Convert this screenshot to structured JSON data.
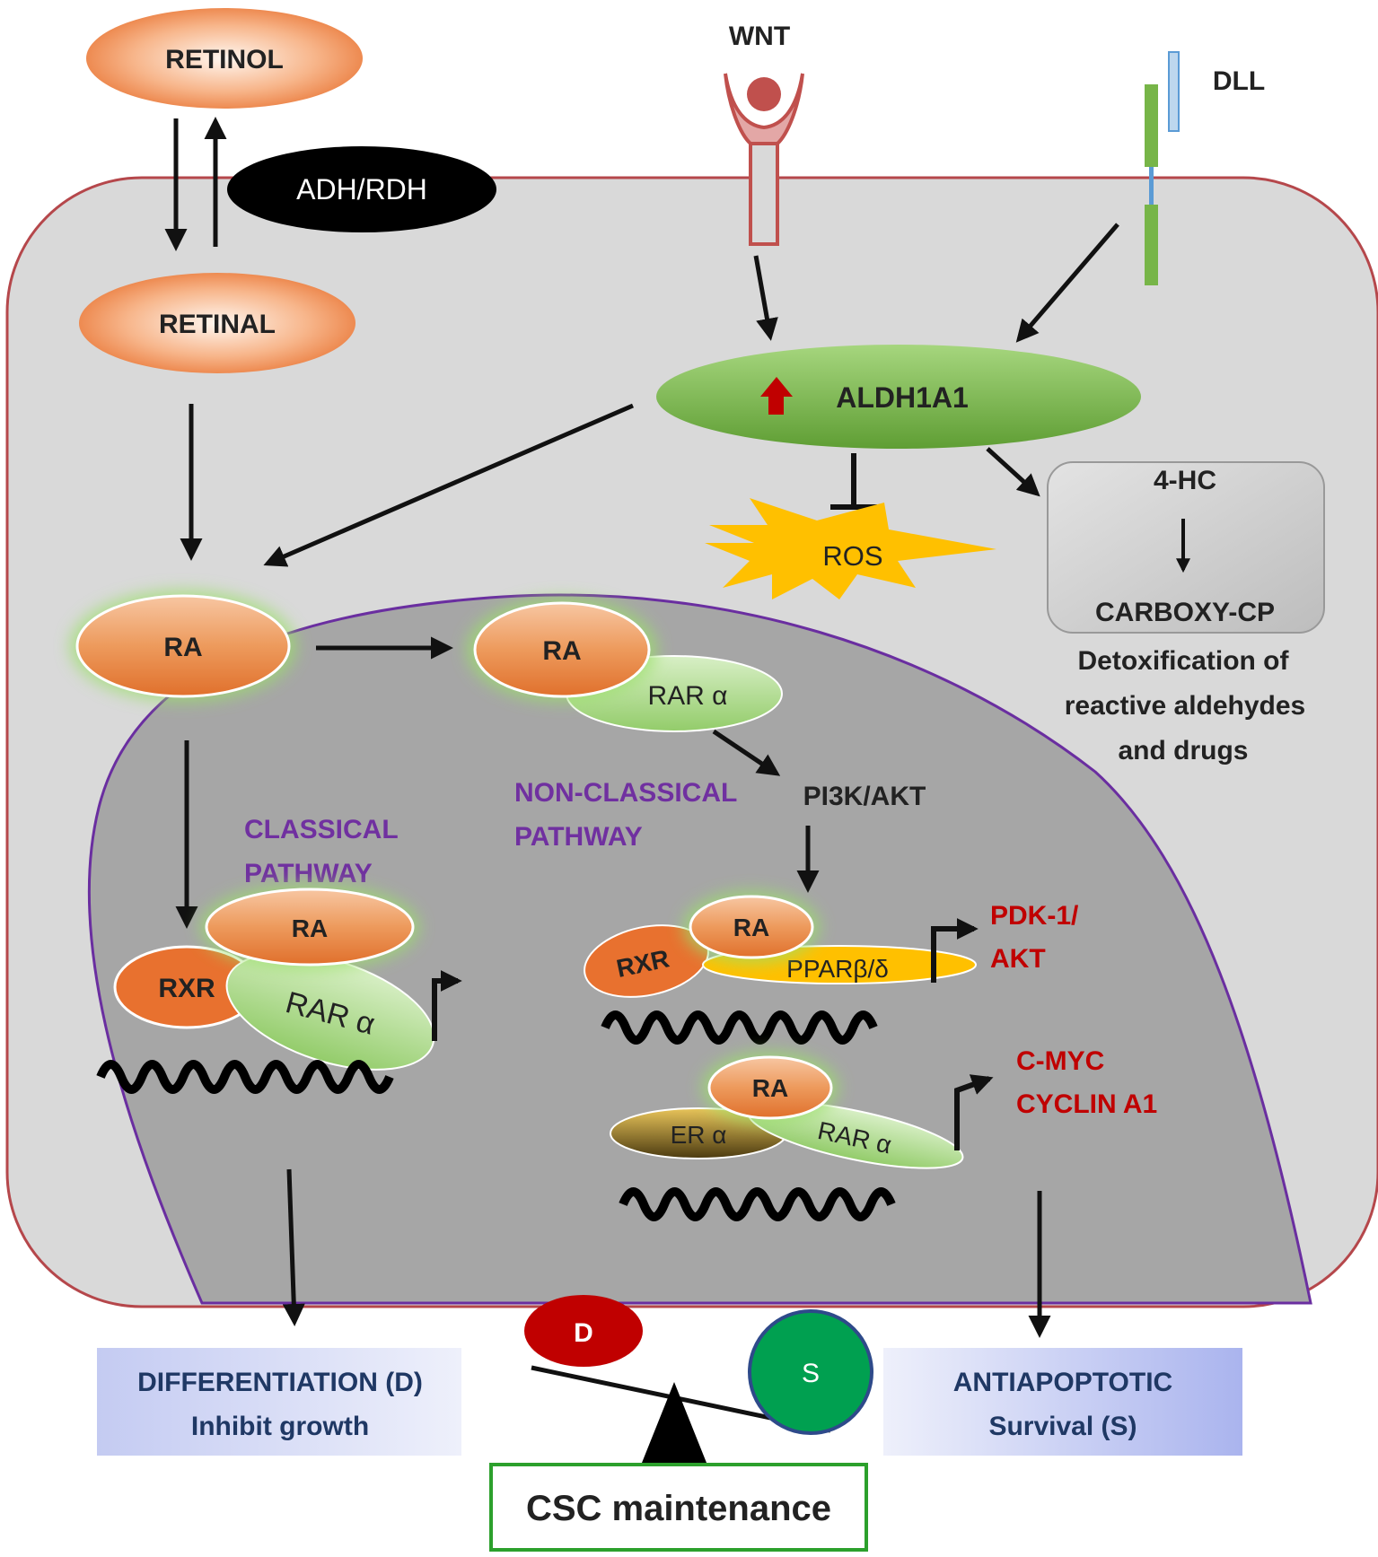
{
  "molecules": {
    "retinol": "RETINOL",
    "retinal": "RETINAL",
    "adh_rdh": "ADH/RDH",
    "wnt": "WNT",
    "dll": "DLL",
    "aldh1a1": "ALDH1A1",
    "ros": "ROS",
    "hc4": "4-HC",
    "carboxy_cp": "CARBOXY-CP",
    "detox_lines": [
      "Detoxification of",
      "reactive aldehydes",
      "and drugs"
    ],
    "ra": "RA",
    "rar_alpha": "RAR α",
    "rxr": "RXR",
    "ppar": "PPARβ/δ",
    "er_alpha": "ER α",
    "pi3k_akt": "PI3K/AKT"
  },
  "pathways": {
    "non_classical": [
      "NON-CLASSICAL",
      "PATHWAY"
    ],
    "classical": [
      "CLASSICAL",
      "PATHWAY"
    ]
  },
  "targets": {
    "pdk": [
      "PDK-1/",
      "AKT"
    ],
    "cmyc": [
      "C-MYC",
      "CYCLIN A1"
    ]
  },
  "outcomes": {
    "differentiation": [
      "DIFFERENTIATION (D)",
      "Inhibit growth"
    ],
    "antiapoptotic": [
      "ANTIAPOPTOTIC",
      "Survival (S)"
    ],
    "balance_d": "D",
    "balance_s": "S",
    "csc": "CSC maintenance"
  },
  "colors": {
    "cell_fill": "#d9d9d9",
    "cell_border": "#b5474b",
    "nucleus_fill": "#a6a6a6",
    "nucleus_border": "#6a2ea0",
    "pathway_label": "#7030a0",
    "target_label": "#c00000",
    "aldh_green": "#77b548",
    "ros_yellow": "#ffc000",
    "wnt_red": "#c0504d",
    "csc_box_border": "#2ca02c",
    "balance_d": "#c00000",
    "balance_s": "#00a050"
  }
}
